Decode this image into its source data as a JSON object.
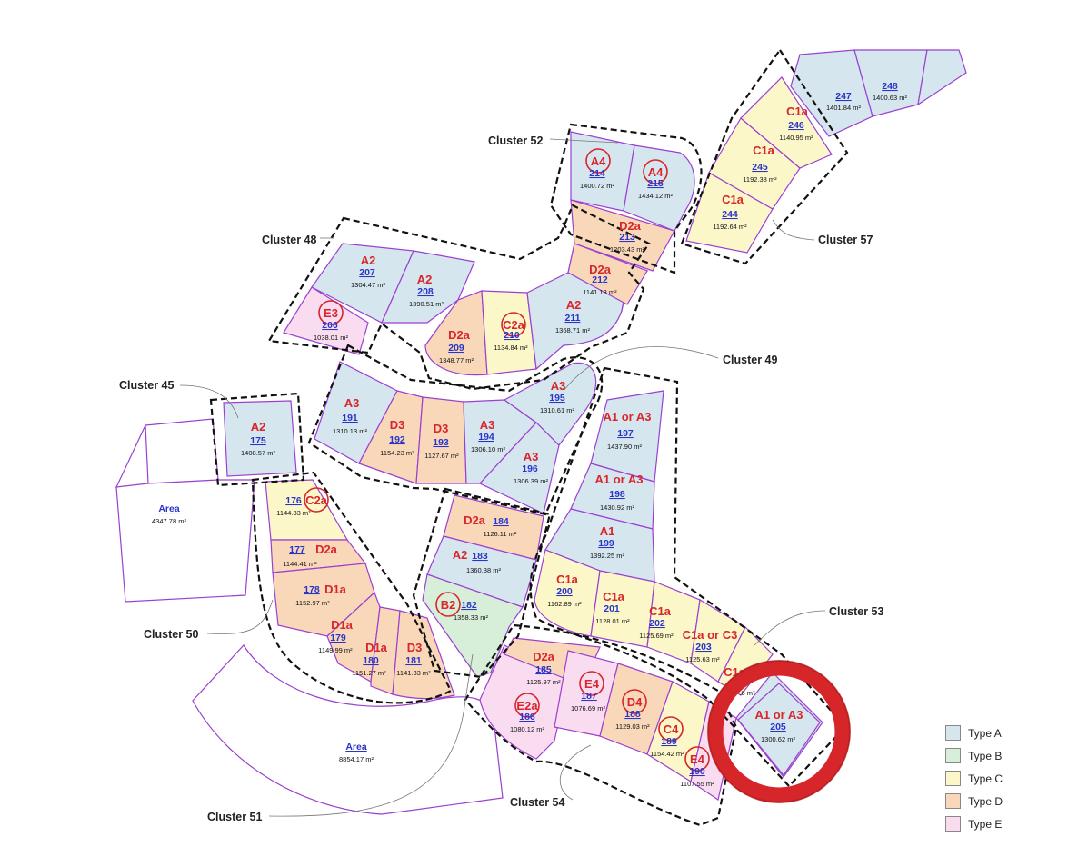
{
  "colors": {
    "type_a": "#d6e6ef",
    "type_b": "#d7eed9",
    "type_c": "#fbf7c9",
    "type_d": "#f8d8b8",
    "type_e": "#f9dcef",
    "lot_border": "#9b3fd0",
    "type_label": "#d8262c",
    "lot_number": "#2a35c8",
    "highlight_ring": "#d7262a"
  },
  "clusters": {
    "c45": "Cluster 45",
    "c48": "Cluster 48",
    "c49": "Cluster 49",
    "c50": "Cluster 50",
    "c51": "Cluster 51",
    "c52": "Cluster 52",
    "c53": "Cluster 53",
    "c54": "Cluster 54",
    "c57": "Cluster 57"
  },
  "lots": {
    "175": {
      "type": "A2",
      "number": "175",
      "area": "1408.57 m²"
    },
    "176": {
      "type": "C2a",
      "number": "176",
      "area": "1144.83 m²"
    },
    "177": {
      "type": "D2a",
      "number": "177",
      "area": "1144.41 m²"
    },
    "178": {
      "type": "D1a",
      "number": "178",
      "area": "1152.97 m²"
    },
    "179": {
      "type": "D1a",
      "number": "179",
      "area": "1149.99 m²"
    },
    "180": {
      "type": "D1a",
      "number": "180",
      "area": "1151.27 m²"
    },
    "181": {
      "type": "D3",
      "number": "181",
      "area": "1141.83 m²"
    },
    "182": {
      "type": "B2",
      "number": "182",
      "area": "1358.33 m²"
    },
    "183": {
      "type": "A2",
      "number": "183",
      "area": "1360.38 m²"
    },
    "184": {
      "type": "D2a",
      "number": "184",
      "area": "1126.11 m²"
    },
    "185": {
      "type": "D2a",
      "number": "185",
      "area": "1125.97 m²"
    },
    "186": {
      "type": "E2a",
      "number": "186",
      "area": "1080.12 m²"
    },
    "187": {
      "type": "E4",
      "number": "187",
      "area": "1076.69 m²"
    },
    "188": {
      "type": "D4",
      "number": "188",
      "area": "1129.03 m²"
    },
    "189": {
      "type": "C4",
      "number": "189",
      "area": "1154.42 m²"
    },
    "190": {
      "type": "E4",
      "number": "190",
      "area": "1107.55 m²"
    },
    "191": {
      "type": "A3",
      "number": "191",
      "area": "1310.13 m²"
    },
    "192": {
      "type": "D3",
      "number": "192",
      "area": "1154.23 m²"
    },
    "193": {
      "type": "D3",
      "number": "193",
      "area": "1127.67 m²"
    },
    "194": {
      "type": "A3",
      "number": "194",
      "area": "1306.10 m²"
    },
    "195": {
      "type": "A3",
      "number": "195",
      "area": "1310.61 m²"
    },
    "196": {
      "type": "A3",
      "number": "196",
      "area": "1306.39 m²"
    },
    "197": {
      "type": "A1 or A3",
      "number": "197",
      "area": "1437.90 m²"
    },
    "198": {
      "type": "A1 or A3",
      "number": "198",
      "area": "1430.92 m²"
    },
    "199": {
      "type": "A1",
      "number": "199",
      "area": "1392.25 m²"
    },
    "200": {
      "type": "C1a",
      "number": "200",
      "area": "1162.89 m²"
    },
    "201": {
      "type": "C1a",
      "number": "201",
      "area": "1128.01 m²"
    },
    "202": {
      "type": "C1a",
      "number": "202",
      "area": "1125.69 m²"
    },
    "203": {
      "type": "C1a or C3",
      "number": "203",
      "area": "1125.63 m²"
    },
    "204": {
      "type": "C1a",
      "number": "",
      "area": ".6 m²"
    },
    "205": {
      "type": "A1 or A3",
      "number": "205",
      "area": "1300.62 m²"
    },
    "206": {
      "type": "E3",
      "number": "206",
      "area": "1038.01 m²"
    },
    "207": {
      "type": "A2",
      "number": "207",
      "area": "1304.47 m²"
    },
    "208": {
      "type": "A2",
      "number": "208",
      "area": "1390.51 m²"
    },
    "209": {
      "type": "D2a",
      "number": "209",
      "area": "1348.77 m²"
    },
    "210": {
      "type": "C2a",
      "number": "210",
      "area": "1134.84 m²"
    },
    "211": {
      "type": "A2",
      "number": "211",
      "area": "1368.71 m²"
    },
    "212": {
      "type": "D2a",
      "number": "212",
      "area": "1141.13 m²"
    },
    "213": {
      "type": "D2a",
      "number": "213",
      "area": "1203.43 m²"
    },
    "214": {
      "type": "A4",
      "number": "214",
      "area": "1400.72 m²"
    },
    "215": {
      "type": "A4",
      "number": "215",
      "area": "1434.12 m²"
    },
    "244": {
      "type": "C1a",
      "number": "244",
      "area": "1192.64 m²"
    },
    "245": {
      "type": "C1a",
      "number": "245",
      "area": "1192.38 m²"
    },
    "246": {
      "type": "C1a",
      "number": "246",
      "area": "1140.95 m²"
    },
    "247": {
      "type": "",
      "number": "247",
      "area": "1401.84 m²"
    },
    "248": {
      "type": "",
      "number": "248",
      "area": "1400.63 m²"
    }
  },
  "areas": {
    "west": {
      "label": "Area",
      "value": "4347.78 m²"
    },
    "south": {
      "label": "Area",
      "value": "8854.17 m²"
    }
  },
  "legend": [
    {
      "label": "Type A",
      "color": "#d6e6ef"
    },
    {
      "label": "Type B",
      "color": "#d7eed9"
    },
    {
      "label": "Type C",
      "color": "#fbf7c9"
    },
    {
      "label": "Type D",
      "color": "#f8d8b8"
    },
    {
      "label": "Type E",
      "color": "#f9dcef"
    }
  ]
}
